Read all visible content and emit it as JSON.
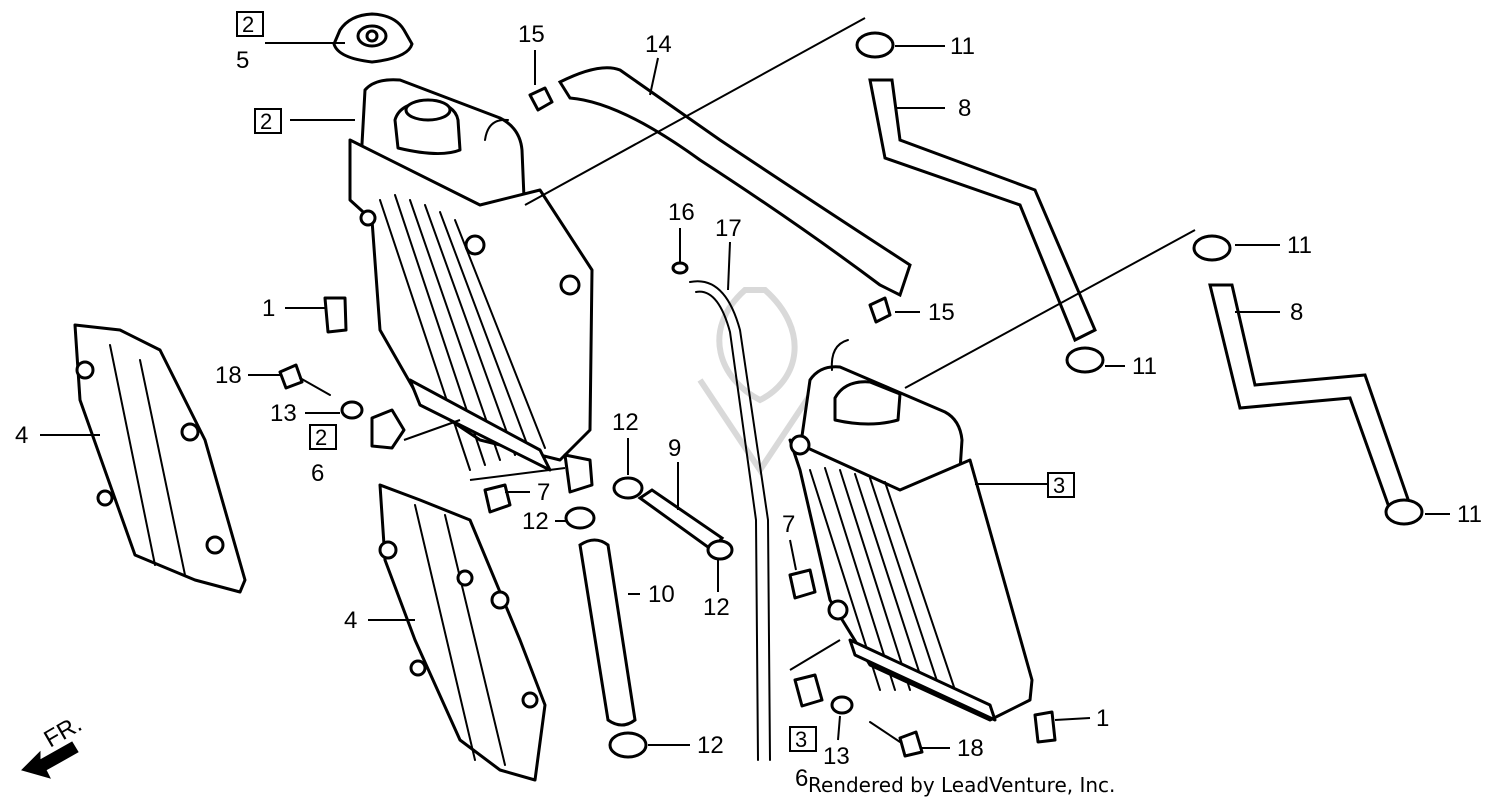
{
  "callouts": {
    "c5": "5",
    "c2a": "2",
    "c2b": "2",
    "c15a": "15",
    "c14": "14",
    "c11a": "11",
    "c8a": "8",
    "c16": "16",
    "c17": "17",
    "c1a": "1",
    "c11b": "11",
    "c8b": "8",
    "c15b": "15",
    "c11c": "11",
    "c18a": "18",
    "c13a": "13",
    "c2c": "2",
    "c6a": "6",
    "c4a": "4",
    "c12a": "12",
    "c9": "9",
    "c7a": "7",
    "c12b": "12",
    "c3": "3",
    "c11d": "11",
    "c7b": "7",
    "c10": "10",
    "c12c": "12",
    "c4b": "4",
    "c3b": "3",
    "c13b": "13",
    "c18b": "18",
    "c1b": "1",
    "c12d": "12",
    "c6b": "6"
  },
  "direction_label": "FR.",
  "credit": "Rendered by LeadVenture, Inc."
}
